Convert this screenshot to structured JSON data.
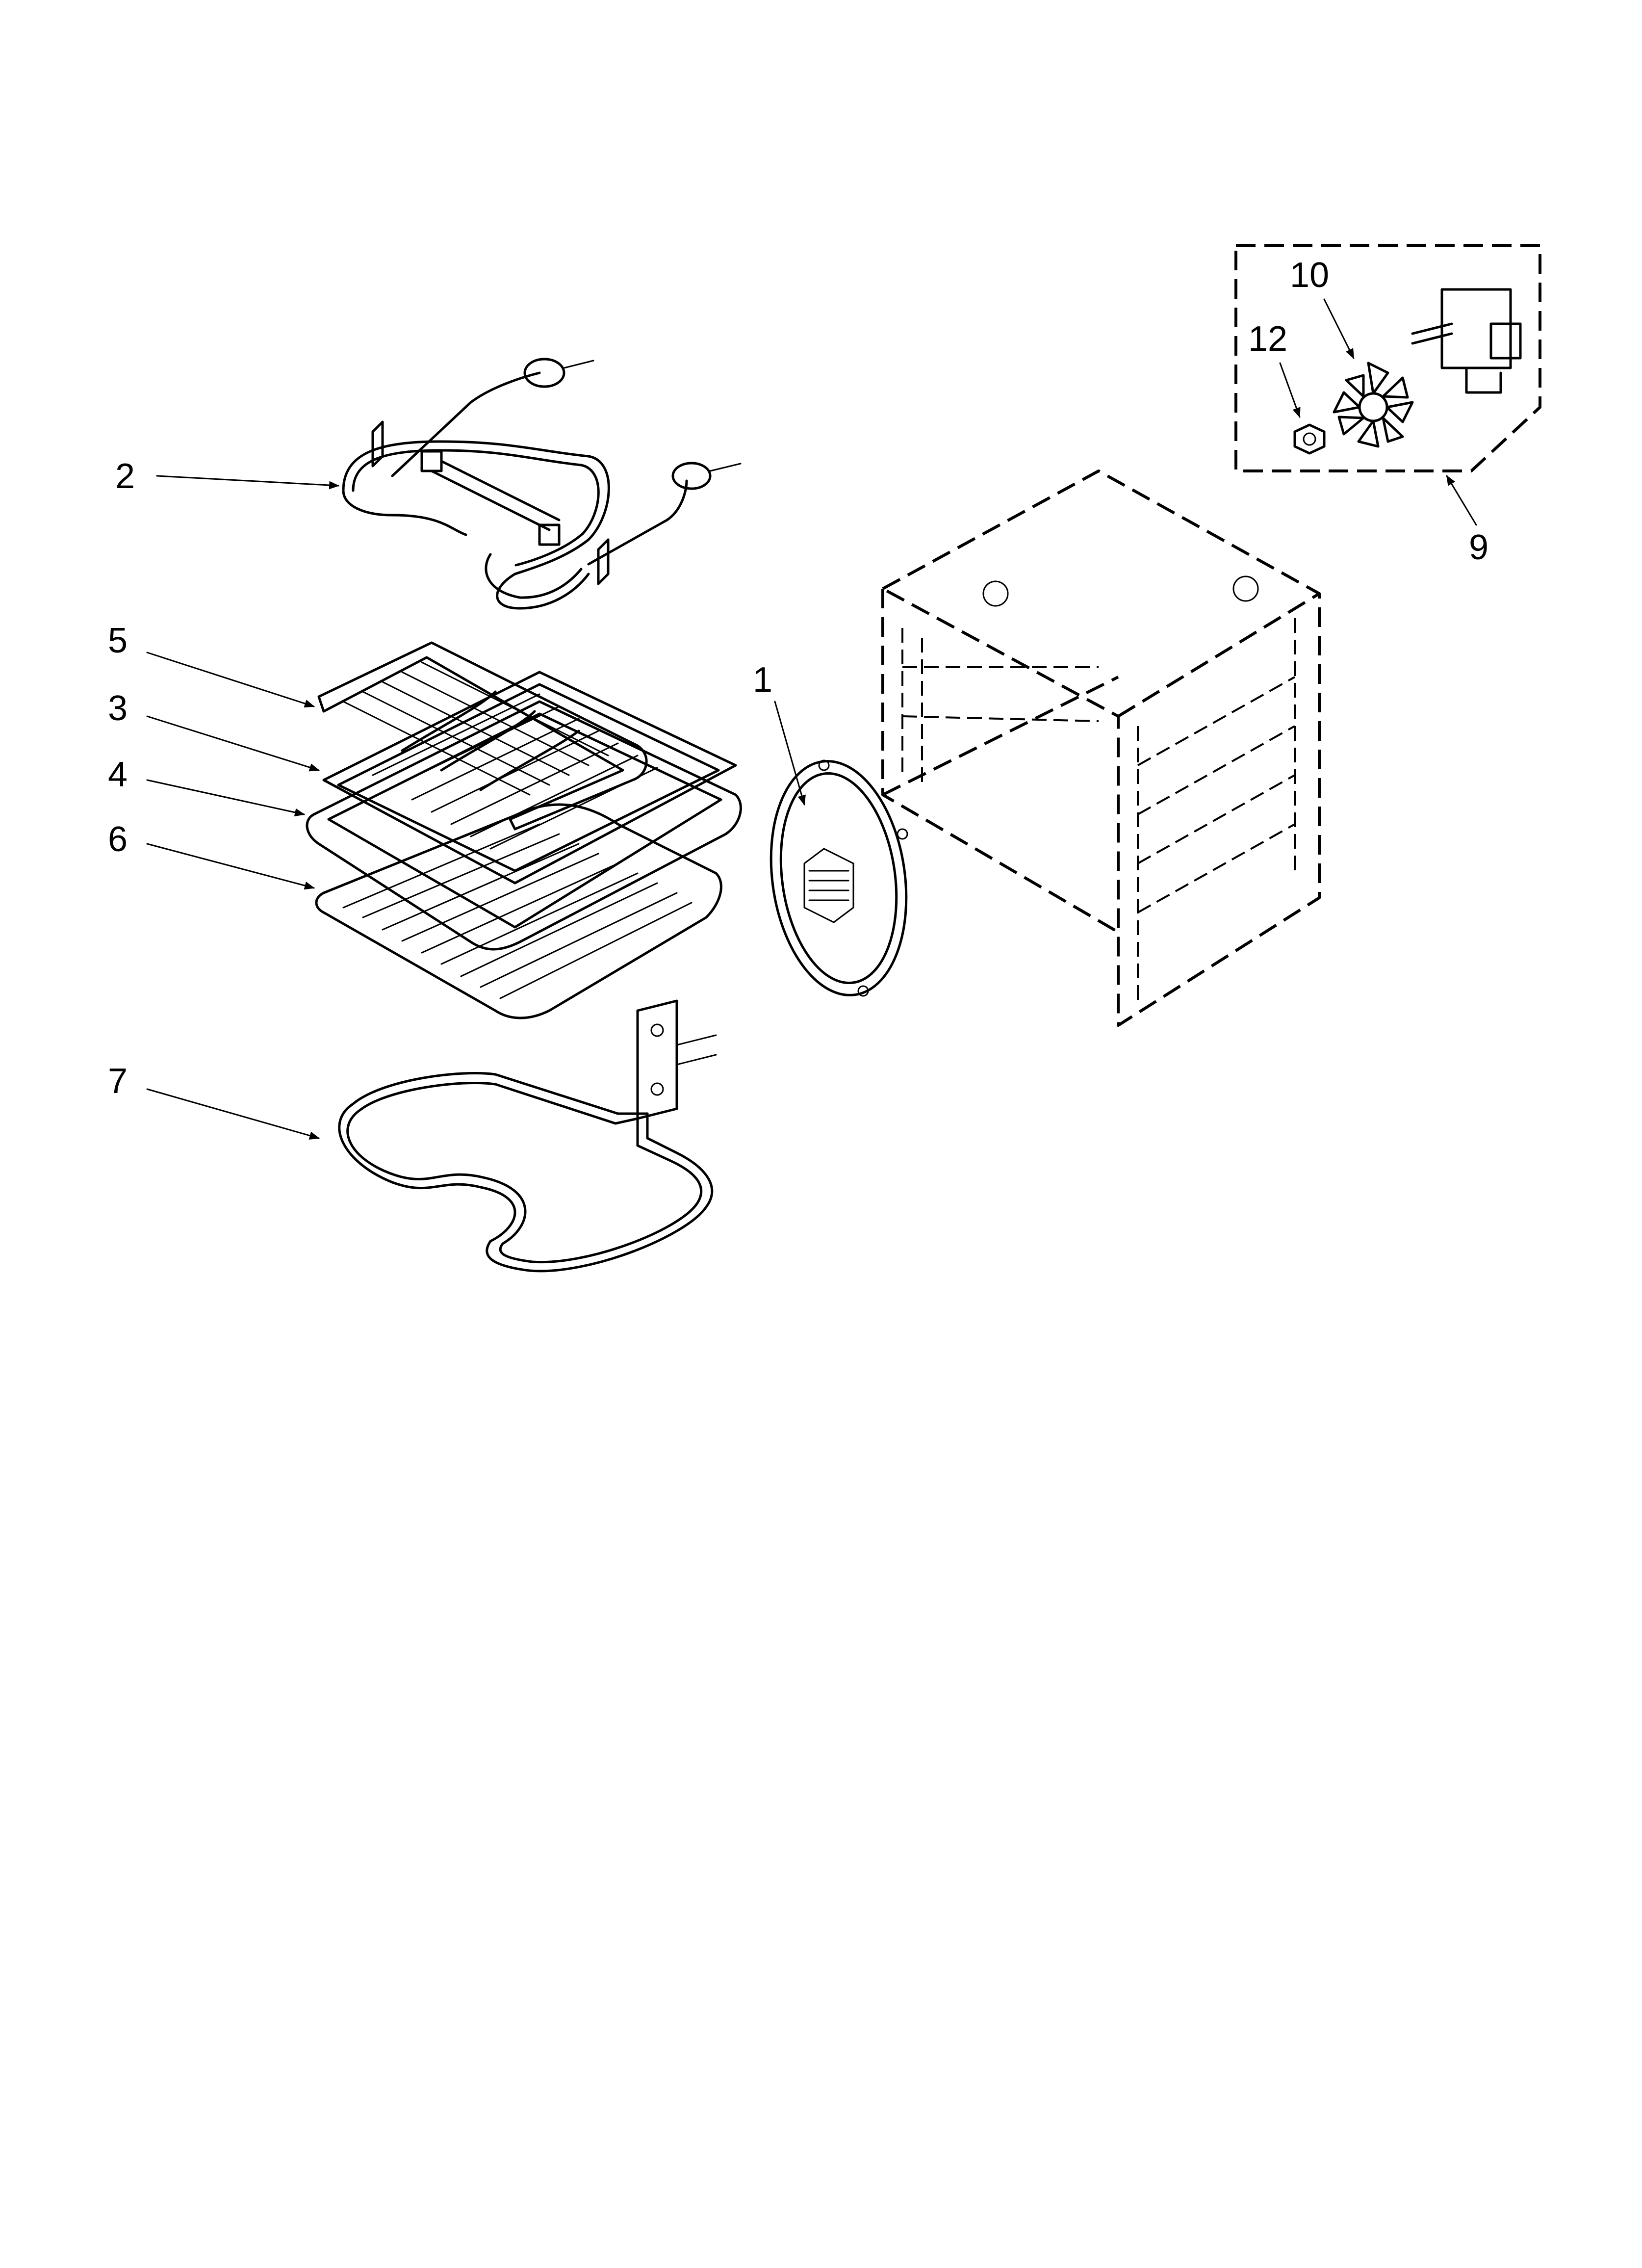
{
  "diagram": {
    "callouts": {
      "c1": "1",
      "c2": "2",
      "c3": "3",
      "c4": "4",
      "c5": "5",
      "c6": "6",
      "c7": "7",
      "c9": "9",
      "c10": "10",
      "c12": "12"
    },
    "parts": {
      "p1": "fan-cover-icon",
      "p2": "broil-element-icon",
      "p3": "broiler-pan-icon",
      "p4": "broiler-pan-base-icon",
      "p5": "roasting-rack-icon",
      "p6": "oven-rack-icon",
      "p7": "bake-element-icon",
      "p9": "convection-fan-motor-assembly-icon",
      "p10": "fan-blade-icon",
      "p12": "nut-icon",
      "cavity": "oven-cavity-icon"
    },
    "colors": {
      "ink": "#000000",
      "background": "#ffffff"
    }
  }
}
